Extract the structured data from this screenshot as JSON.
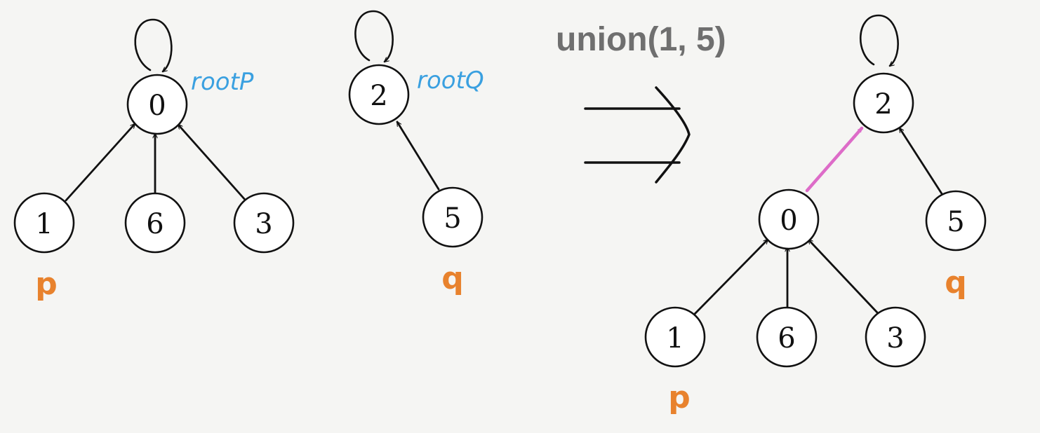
{
  "title": "union(1, 5)",
  "colors": {
    "pointer_label": "#e8822d",
    "root_label": "#3aa0e0",
    "new_edge": "#dd6cc8"
  },
  "before": {
    "tree_p": {
      "root": "0",
      "children": [
        "1",
        "6",
        "3"
      ],
      "root_label": "rootP",
      "pointer_label": "p"
    },
    "tree_q": {
      "root": "2",
      "children": [
        "5"
      ],
      "root_label": "rootQ",
      "pointer_label": "q"
    }
  },
  "after": {
    "root": "2",
    "middle": "0",
    "middle_children": [
      "1",
      "6",
      "3"
    ],
    "root_child": "5",
    "pointer_p": "p",
    "pointer_q": "q"
  }
}
